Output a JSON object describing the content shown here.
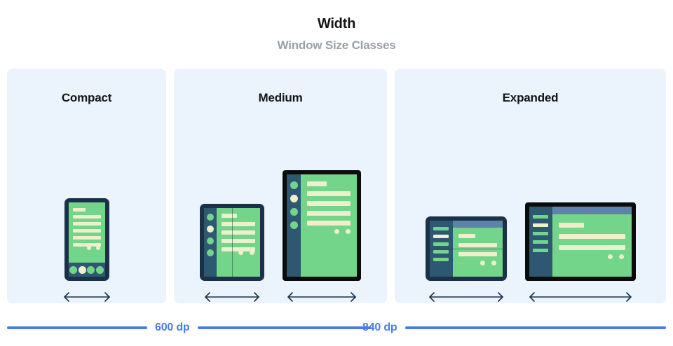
{
  "header": {
    "title": "Width",
    "subtitle": "Window Size Classes"
  },
  "panels": [
    {
      "key": "compact",
      "label": "Compact",
      "devices": [
        {
          "name": "phone",
          "arrow_label": "width-arrow"
        }
      ]
    },
    {
      "key": "medium",
      "label": "Medium",
      "devices": [
        {
          "name": "foldable-portrait",
          "arrow_label": "width-arrow"
        },
        {
          "name": "tablet-portrait",
          "arrow_label": "width-arrow"
        }
      ]
    },
    {
      "key": "expanded",
      "label": "Expanded",
      "devices": [
        {
          "name": "foldable-landscape",
          "arrow_label": "width-arrow"
        },
        {
          "name": "tablet-landscape",
          "arrow_label": "width-arrow"
        }
      ]
    }
  ],
  "ruler": {
    "breakpoints": [
      {
        "label": "600 dp"
      },
      {
        "label": "840 dp"
      }
    ]
  },
  "colors": {
    "panel_background": "#ebf3fd",
    "screen_green": "#73d58a",
    "content_bar": "#edefcd",
    "rail_slate": "#2e5871",
    "frame_navy": "#1b3148",
    "frame_black": "#0b0b0b",
    "topbar_blue": "#5d84a6",
    "accent_blue": "#4a7ce8",
    "title_black": "#141414",
    "subtitle_gray": "#9aa0a6"
  },
  "icons": {
    "arrow": "double-headed-horizontal-arrow-icon"
  }
}
